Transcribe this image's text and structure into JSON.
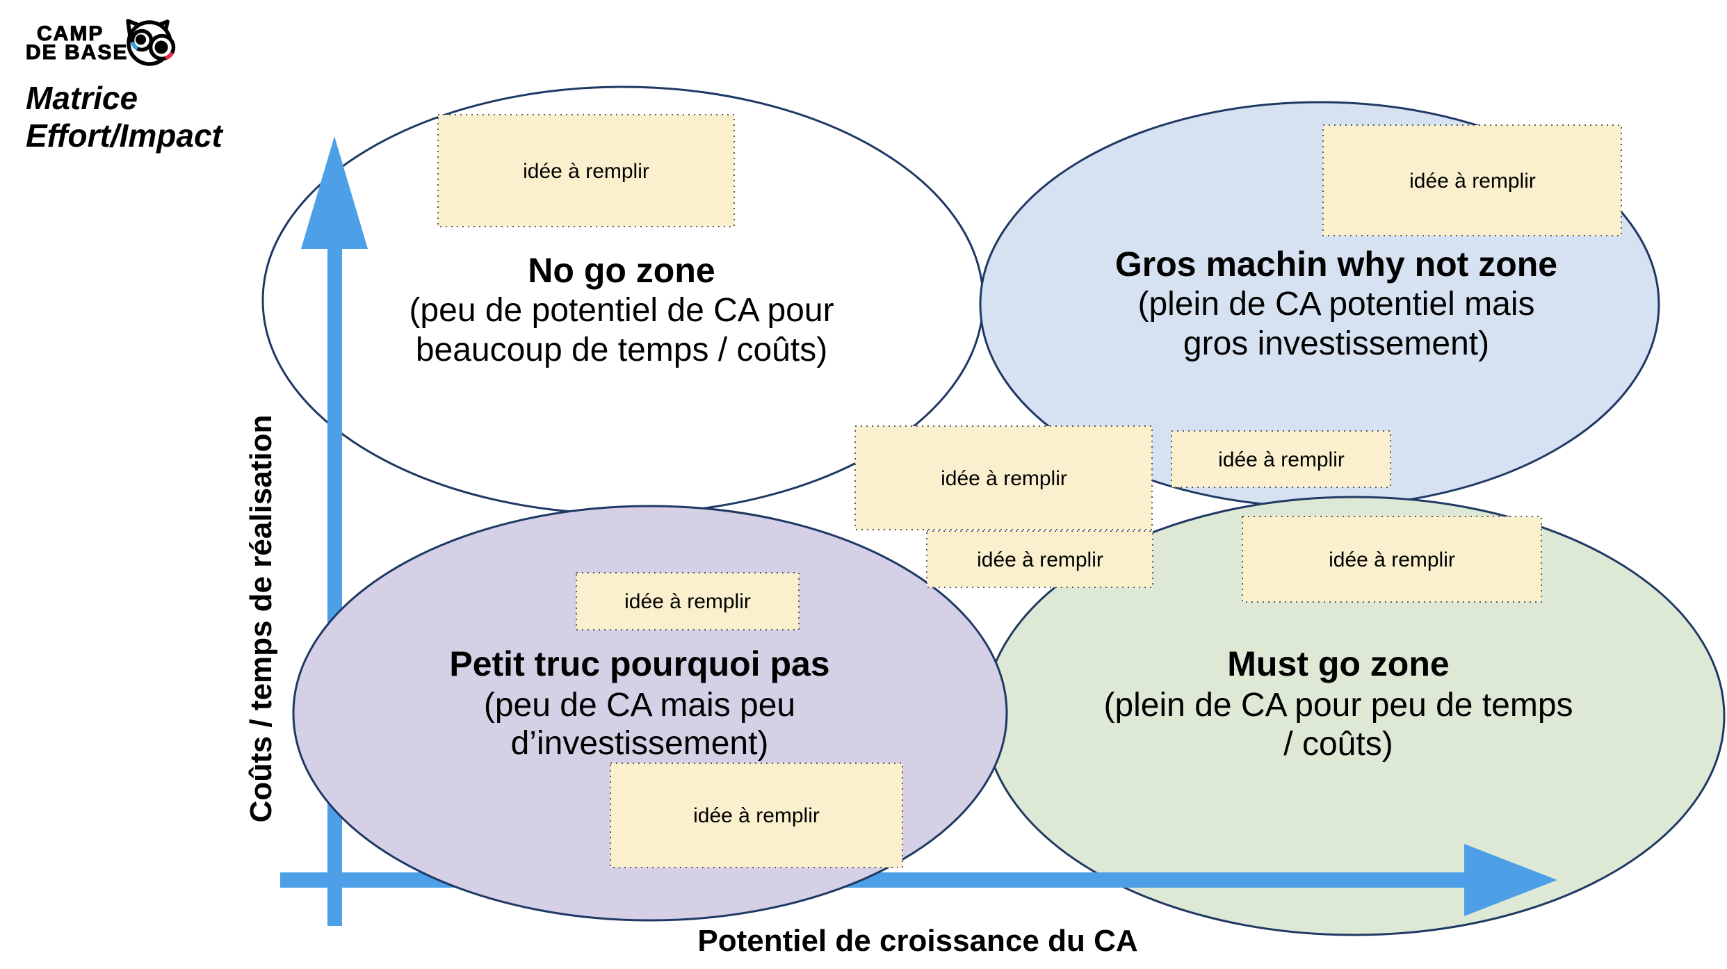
{
  "header": {
    "logo_line1": "CAMP",
    "logo_line2": "DE BASE",
    "doc_title_line1": "Matrice",
    "doc_title_line2": "Effort/Impact"
  },
  "axes": {
    "x_label": "Potentiel de croissance du CA",
    "y_label": "Coûts / temps de réalisation"
  },
  "sticky_note_label": "idée à remplir",
  "zones": {
    "no_go": {
      "title": "No go zone",
      "desc_line1": "(peu de potentiel de CA pour",
      "desc_line2": "beaucoup de temps / coûts)",
      "fill": "#FFFFFF"
    },
    "why_not": {
      "title": "Gros machin why not zone",
      "desc_line1": "(plein de CA potentiel mais",
      "desc_line2": "gros investissement)",
      "fill": "#D6E2F1"
    },
    "pourquoi_pas": {
      "title": "Petit truc pourquoi pas",
      "desc_line1": "(peu de CA mais peu",
      "desc_line2": "d’investissement)",
      "fill": "#D5D0E6"
    },
    "must_go": {
      "title": "Must go zone",
      "desc_line1": "(plein de CA pour peu de temps",
      "desc_line2": "/ coûts)",
      "fill": "#DDE8D5"
    }
  },
  "colors": {
    "arrow": "#4DA0E8",
    "ellipse_border": "#1F3864",
    "sticky_fill": "#FAF0CE",
    "sticky_border": "#595959",
    "owl_blue": "#2EA3DC",
    "owl_red": "#E8274B"
  }
}
